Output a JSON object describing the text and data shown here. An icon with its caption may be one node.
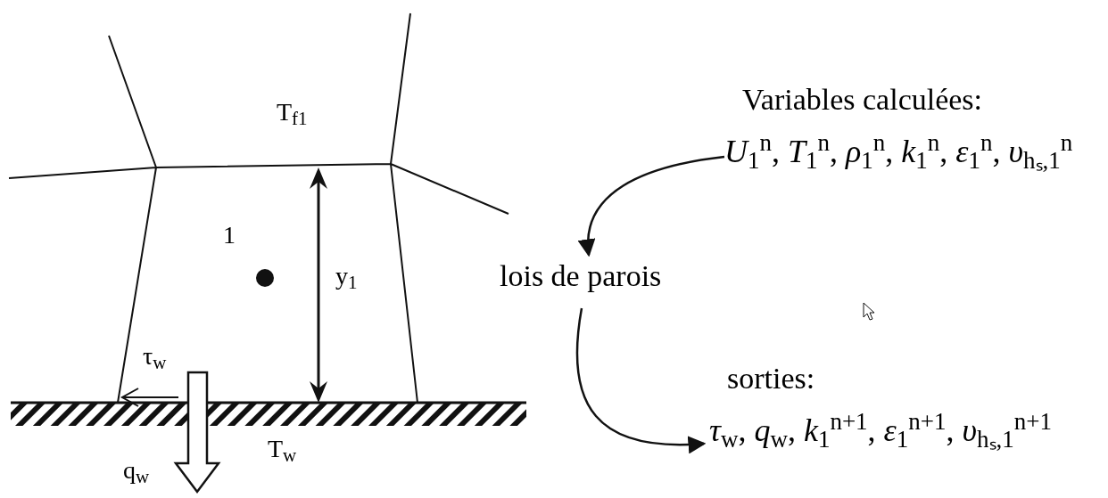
{
  "diagram": {
    "nodes": [
      {
        "text": [
          "Variables calculées:",
          "*U*$_{1}$$^{n}$, *T*$_{1}$$^{n}$, *ρ*$_{1}$$^{n}$, *k*$_{1}$$^{n}$, *ε*$_{1}$$^{n}$, *υ*$_{hₛ,1}$$^{n}$"
        ]
      },
      {
        "text": [
          "lois de parois"
        ]
      },
      {
        "text": [
          "sorties:",
          "*τ*$_{w}$, *q*$_{w}$, *k*$_{1}$$^{n+1}$, *ε*$_{1}$$^{n+1}$, *υ*$_{hₛ,1}$$^{n+1}$"
        ]
      }
    ],
    "edges": [
      {
        "from": 0,
        "to": 1,
        "arrow": "to"
      },
      {
        "from": 1,
        "to": 2,
        "arrow": "to"
      }
    ],
    "labels": [
      "T$_{f1}$",
      "1",
      "y$_{1}$",
      "τ$_{w}$",
      "q$_{w}$",
      "T$_{w}$"
    ]
  }
}
